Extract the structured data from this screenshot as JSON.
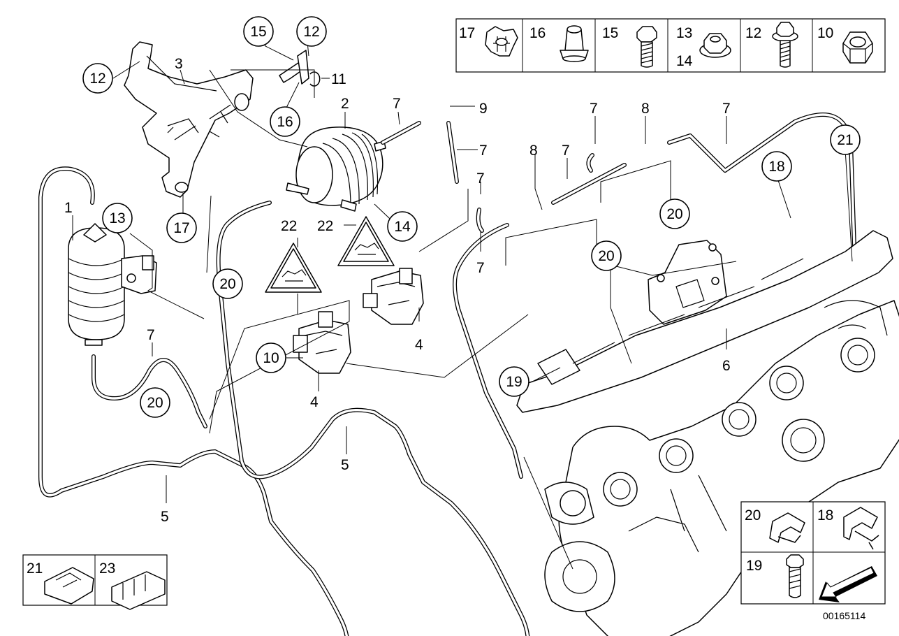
{
  "diagram_id": "00165114",
  "callouts": {
    "c1": "1",
    "c2": "2",
    "c3": "3",
    "c4a": "4",
    "c4b": "4",
    "c5a": "5",
    "c5b": "5",
    "c6": "6",
    "c7a": "7",
    "c7b": "7",
    "c7c": "7",
    "c7d": "7",
    "c7e": "7",
    "c7f": "7",
    "c7g": "7",
    "c7h": "7",
    "c8a": "8",
    "c8b": "8",
    "c9": "9",
    "c10": "10",
    "c11": "11",
    "c12a": "12",
    "c12b": "12",
    "c13": "13",
    "c14": "14",
    "c15": "15",
    "c16": "16",
    "c17": "17",
    "c18": "18",
    "c19": "19",
    "c20a": "20",
    "c20b": "20",
    "c20c": "20",
    "c20d": "20",
    "c21": "21",
    "c22a": "22",
    "c22b": "22"
  },
  "hardware_box": {
    "cells": [
      "17",
      "16",
      "15",
      "13",
      "14",
      "12",
      "10"
    ]
  },
  "clips_box": {
    "cells": [
      "20",
      "18",
      "19"
    ]
  },
  "clamps_box": {
    "cells": [
      "21",
      "23"
    ]
  }
}
